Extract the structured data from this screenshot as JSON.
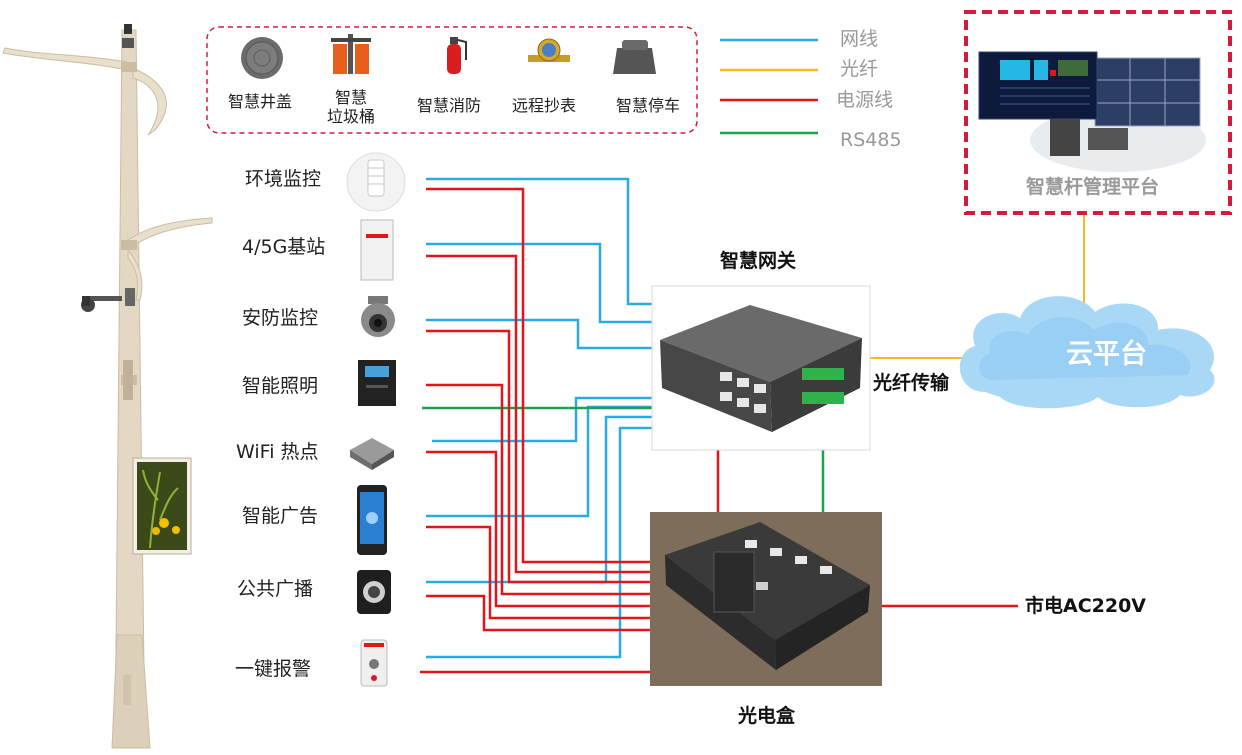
{
  "colors": {
    "network": "#29abe2",
    "fiber": "#f7b924",
    "power": "#e0161b",
    "rs485": "#1aa34a",
    "dashed_border": "#d61a3c",
    "cloud": "#a9d8f7"
  },
  "legend": {
    "network_label": "网线",
    "fiber_label": "光纤",
    "power_label": "电源线",
    "rs485_label": "RS485"
  },
  "top_devices": [
    {
      "label": "智慧井盖",
      "icon": "manhole-cover-icon"
    },
    {
      "label": "智慧\n垃圾桶",
      "icon": "trash-bin-icon"
    },
    {
      "label": "智慧消防",
      "icon": "fire-extinguisher-icon"
    },
    {
      "label": "远程抄表",
      "icon": "water-meter-icon"
    },
    {
      "label": "智慧停车",
      "icon": "parking-sensor-icon"
    }
  ],
  "pole_devices": [
    {
      "label": "环境监控",
      "icon": "weather-station-icon"
    },
    {
      "label": "4/5G基站",
      "icon": "base-station-icon"
    },
    {
      "label": "安防监控",
      "icon": "dome-camera-icon"
    },
    {
      "label": "智能照明",
      "icon": "lighting-controller-icon"
    },
    {
      "label": "WiFi 热点",
      "icon": "wifi-ap-icon"
    },
    {
      "label": "智能广告",
      "icon": "ad-screen-icon"
    },
    {
      "label": "公共广播",
      "icon": "speaker-icon"
    },
    {
      "label": "一键报警",
      "icon": "alarm-button-icon"
    }
  ],
  "gateway": {
    "label": "智慧网关"
  },
  "optical_box": {
    "label": "光电盒"
  },
  "fiber_transmission": {
    "label": "光纤传输"
  },
  "mains": {
    "label": "市电AC220V"
  },
  "cloud": {
    "label": "云平台"
  },
  "management": {
    "label": "智慧杆管理平台"
  }
}
